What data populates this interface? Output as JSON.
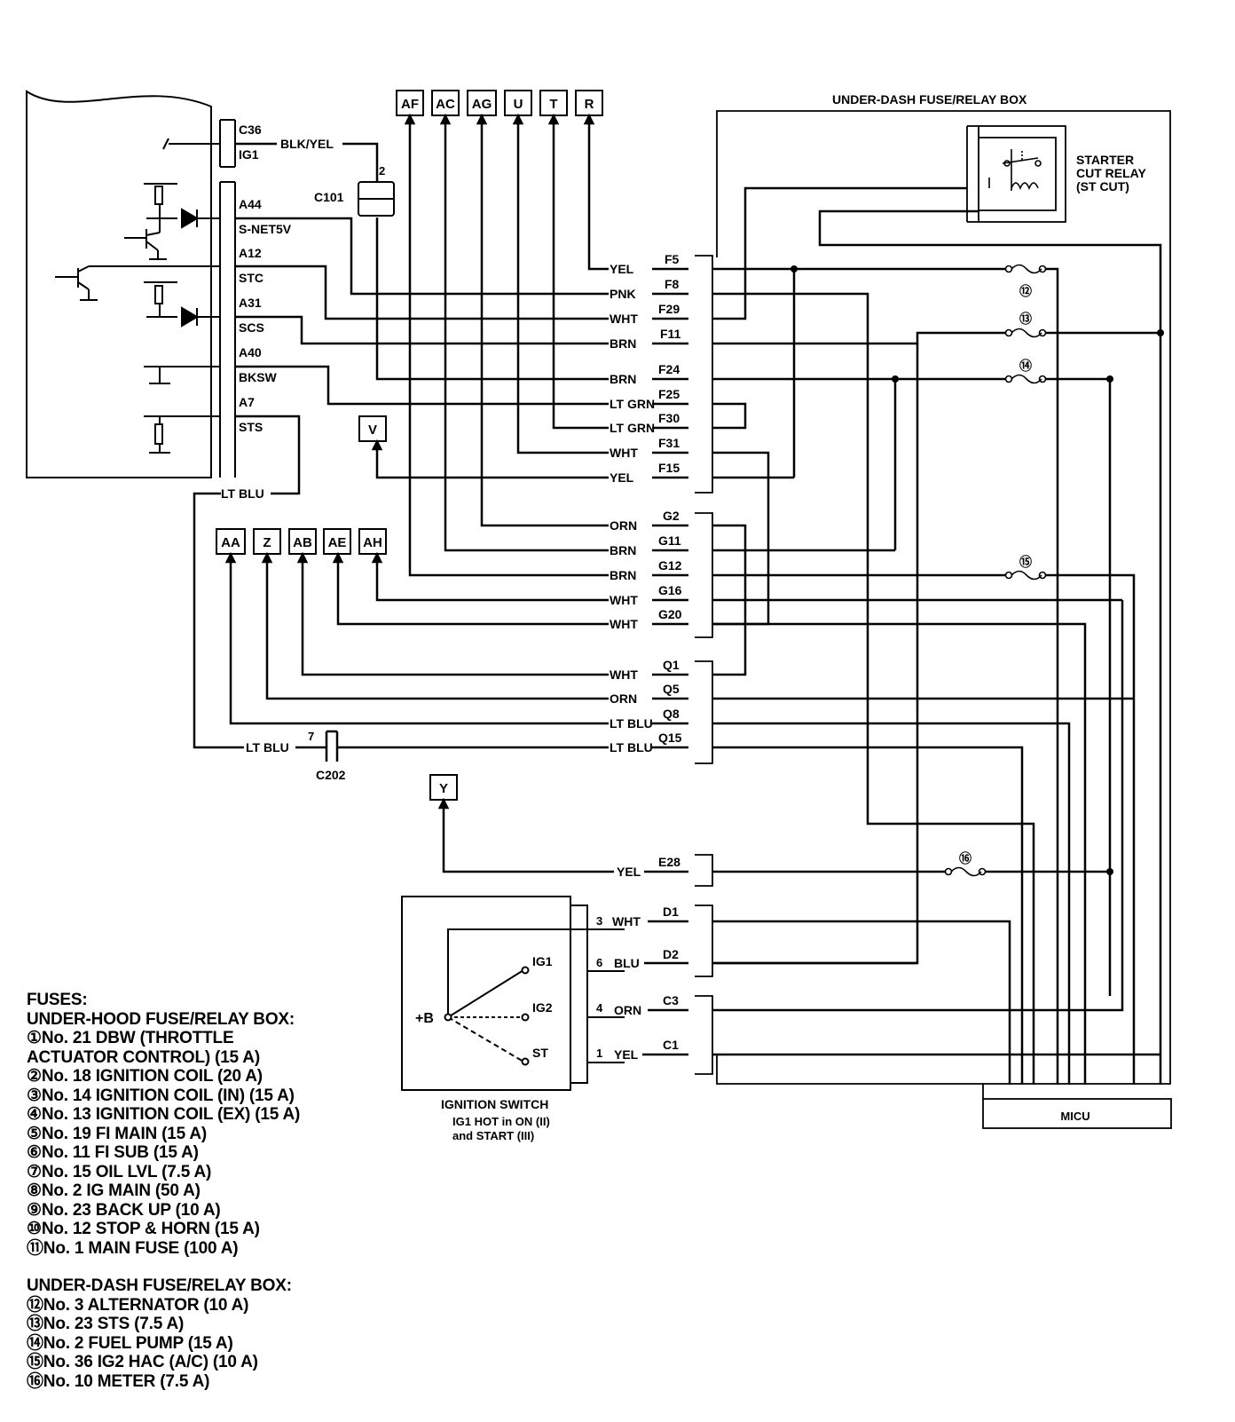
{
  "ecm_pins": [
    {
      "id": "C36",
      "name": "IG1"
    },
    {
      "id": "A44",
      "name": "S-NET5V"
    },
    {
      "id": "A12",
      "name": "STC"
    },
    {
      "id": "A31",
      "name": "SCS"
    },
    {
      "id": "A40",
      "name": "BKSW"
    },
    {
      "id": "A7",
      "name": "STS"
    }
  ],
  "top_connectors": [
    "AF",
    "AC",
    "AG",
    "U",
    "T",
    "R"
  ],
  "mid_connectors": [
    "AA",
    "Z",
    "AB",
    "AE",
    "AH"
  ],
  "small_connectors": {
    "v": "V",
    "y": "Y"
  },
  "wire_colors": {
    "blk_yel": "BLK/YEL",
    "lt_blu_ecm": "LT BLU",
    "lt_blu_c202": "LT BLU"
  },
  "connectors": {
    "c101": "C101",
    "c101_pin": "2",
    "c202": "C202",
    "c202_pin": "7"
  },
  "fuse_box": {
    "title": "UNDER-DASH FUSE/RELAY BOX",
    "relay_label": [
      "STARTER",
      "CUT RELAY",
      "(ST CUT)"
    ],
    "fuse_numbers": [
      "⑫",
      "⑬",
      "⑭",
      "⑮",
      "⑯"
    ]
  },
  "box_pins": [
    {
      "color": "YEL",
      "pin": "F5"
    },
    {
      "color": "PNK",
      "pin": "F8"
    },
    {
      "color": "WHT",
      "pin": "F29"
    },
    {
      "color": "BRN",
      "pin": "F11"
    },
    {
      "color": "BRN",
      "pin": "F24"
    },
    {
      "color": "LT GRN",
      "pin": "F25"
    },
    {
      "color": "LT GRN",
      "pin": "F30"
    },
    {
      "color": "WHT",
      "pin": "F31"
    },
    {
      "color": "YEL",
      "pin": "F15"
    },
    {
      "color": "ORN",
      "pin": "G2"
    },
    {
      "color": "BRN",
      "pin": "G11"
    },
    {
      "color": "BRN",
      "pin": "G12"
    },
    {
      "color": "WHT",
      "pin": "G16"
    },
    {
      "color": "WHT",
      "pin": "G20"
    },
    {
      "color": "WHT",
      "pin": "Q1"
    },
    {
      "color": "ORN",
      "pin": "Q5"
    },
    {
      "color": "LT BLU",
      "pin": "Q8"
    },
    {
      "color": "LT BLU",
      "pin": "Q15"
    },
    {
      "color": "YEL",
      "pin": "E28"
    },
    {
      "color": "WHT",
      "pin": "D1"
    },
    {
      "color": "BLU",
      "pin": "D2"
    },
    {
      "color": "ORN",
      "pin": "C3"
    },
    {
      "color": "YEL",
      "pin": "C1"
    }
  ],
  "ignition": {
    "pins": [
      {
        "num": "3",
        "terminal": "IG1"
      },
      {
        "num": "6",
        "terminal": "IG2"
      },
      {
        "num": "4",
        "terminal": "ST"
      },
      {
        "num": "1",
        "terminal": ""
      }
    ],
    "battery_label": "+B",
    "title": "IGNITION SWITCH",
    "note": [
      "IG1 HOT in ON (II)",
      "and START (III)"
    ]
  },
  "micu_label": "MICU",
  "legend": {
    "heading": "FUSES:",
    "under_hood_title": "UNDER-HOOD FUSE/RELAY BOX:",
    "under_hood": [
      "①No. 21 DBW (THROTTLE",
      "ACTUATOR CONTROL) (15 A)",
      "②No. 18 IGNITION COIL (20 A)",
      "③No. 14 IGNITION COIL (IN) (15 A)",
      "④No. 13 IGNITION COIL (EX) (15 A)",
      "⑤No. 19 FI MAIN (15 A)",
      "⑥No. 11 FI SUB (15 A)",
      "⑦No. 15 OIL LVL (7.5 A)",
      "⑧No. 2 IG MAIN (50 A)",
      "⑨No. 23 BACK UP (10 A)",
      "⑩No. 12 STOP & HORN (15 A)",
      "⑪No. 1 MAIN FUSE (100 A)"
    ],
    "under_dash_title": "UNDER-DASH FUSE/RELAY BOX:",
    "under_dash": [
      "⑫No. 3 ALTERNATOR (10 A)",
      "⑬No. 23 STS (7.5 A)",
      "⑭No. 2 FUEL PUMP (15 A)",
      "⑮No. 36 IG2 HAC (A/C) (10 A)",
      "⑯No. 10 METER (7.5 A)"
    ]
  }
}
